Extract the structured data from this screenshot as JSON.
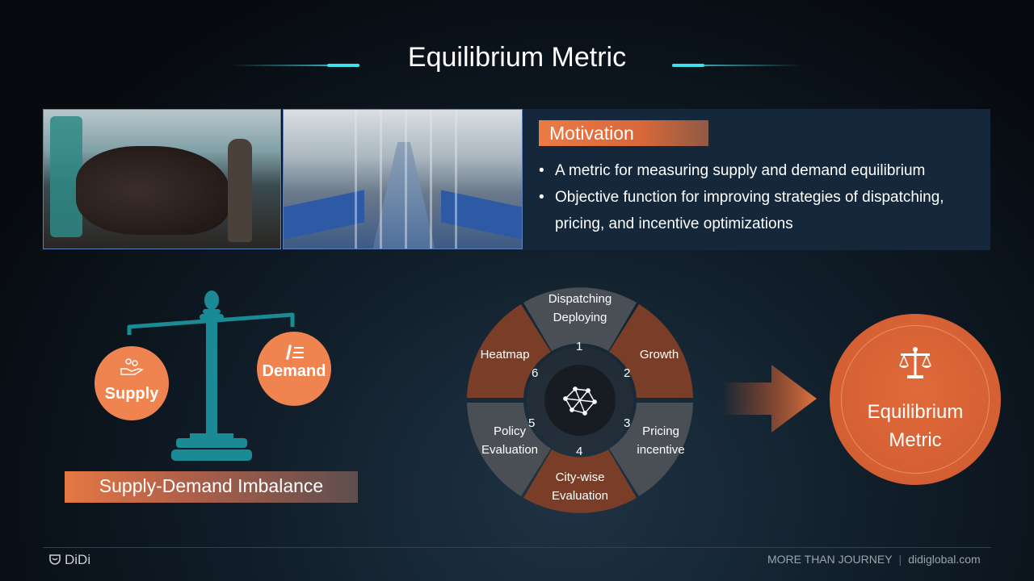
{
  "slide": {
    "title": "Equilibrium Metric"
  },
  "motivation": {
    "label": "Motivation",
    "bullets": [
      "A metric for measuring supply and demand equilibrium",
      "Objective function for improving strategies of dispatching, pricing, and incentive optimizations"
    ]
  },
  "scale": {
    "supply_label": "Supply",
    "demand_label": "Demand",
    "caption": "Supply-Demand Imbalance",
    "supply_icon": "hand-people-icon",
    "demand_icon": "pencil-list-icon"
  },
  "wheel": {
    "center_icon": "network-icon",
    "segments": [
      {
        "number": "1",
        "line1": "Dispatching",
        "line2": "Deploying",
        "color": "#4a4f55"
      },
      {
        "number": "2",
        "line1": "Growth",
        "line2": "",
        "color": "#7a3d27"
      },
      {
        "number": "3",
        "line1": "Pricing",
        "line2": "incentive",
        "color": "#4a4f55"
      },
      {
        "number": "4",
        "line1": "City-wise",
        "line2": "Evaluation",
        "color": "#7a3d27"
      },
      {
        "number": "5",
        "line1": "Policy",
        "line2": "Evaluation",
        "color": "#4a4f55"
      },
      {
        "number": "6",
        "line1": "Heatmap",
        "line2": "",
        "color": "#7a3d27"
      }
    ]
  },
  "result": {
    "line1": "Equilibrium",
    "line2": "Metric",
    "icon": "balance-scale-icon",
    "color": "#d9622f"
  },
  "footer": {
    "brand": "DiDi",
    "slogan": "MORE THAN JOURNEY",
    "site": "didiglobal.com"
  },
  "colors": {
    "accent_cyan": "#3fe0e8",
    "accent_orange": "#ec7a45",
    "scale_teal": "#1a8a95"
  }
}
